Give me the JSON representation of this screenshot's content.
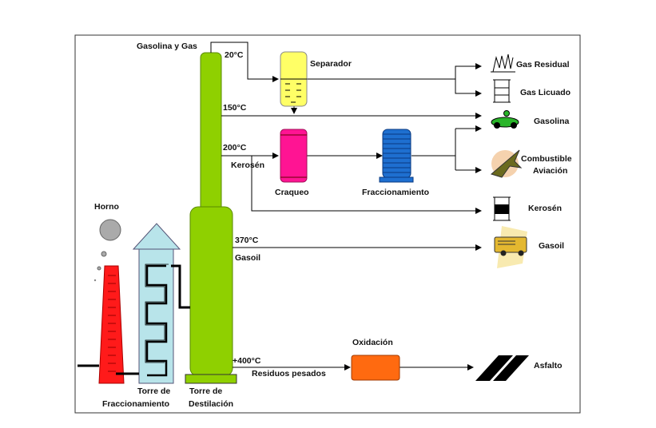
{
  "labels": {
    "gasolina_y_gas": "Gasolina y Gas",
    "t20": "20°C",
    "t150": "150°C",
    "t200": "200°C",
    "kerosen_flow": "Kerosén",
    "t370": "370°C",
    "gasoil_flow": "Gasoil",
    "t400": "+400°C",
    "residuos": "Residuos pesados",
    "horno": "Horno",
    "torre_fracc_1": "Torre de",
    "torre_fracc_2": "Fraccionamiento",
    "torre_dest_1": "Torre de",
    "torre_dest_2": "Destilación",
    "separador": "Separador",
    "craqueo": "Craqueo",
    "fraccionamiento": "Fraccionamiento",
    "oxidacion": "Oxidación"
  },
  "products": {
    "gas_residual": "Gas Residual",
    "gas_licuado": "Gas Licuado",
    "gasolina": "Gasolina",
    "combustible_1": "Combustible",
    "combustible_2": "Aviación",
    "kerosen": "Kerosén",
    "gasoil": "Gasoil",
    "asfalto": "Asfalto"
  },
  "colors": {
    "column": "#8fd000",
    "separator": "#ffff66",
    "craqueo": "#ff1493",
    "fraccionamiento": "#1e6fd0",
    "oxidacion": "#ff6a10",
    "furnace": "#ff1a1a",
    "tower": "#b8e4ea"
  }
}
